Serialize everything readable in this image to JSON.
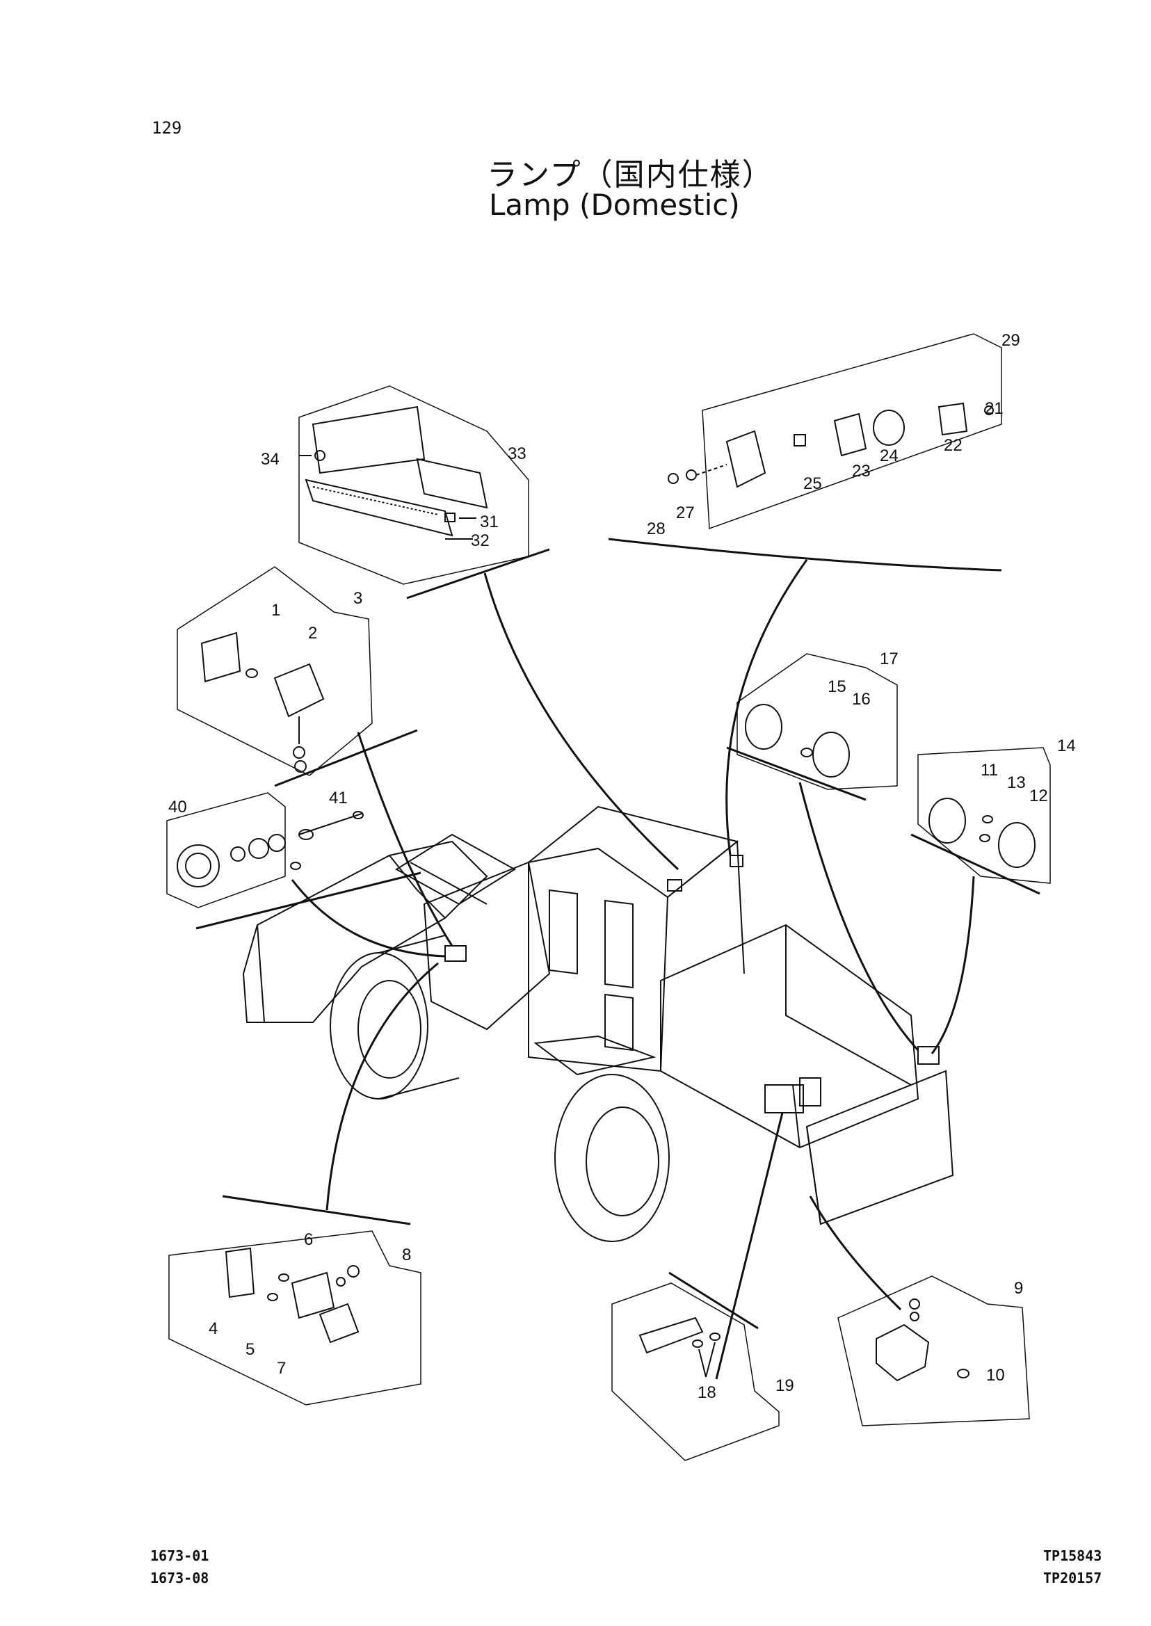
{
  "page_number": "129",
  "title_jp": "ランプ（国内仕様）",
  "title_en": "Lamp (Domestic)",
  "footer_left": [
    "1673-01",
    "1673-08"
  ],
  "footer_right": [
    "TP15843",
    "TP20157"
  ],
  "callouts": {
    "c1": "1",
    "c2": "2",
    "c3": "3",
    "c4": "4",
    "c5": "5",
    "c6": "6",
    "c7": "7",
    "c8": "8",
    "c9": "9",
    "c10": "10",
    "c11": "11",
    "c12": "12",
    "c13": "13",
    "c14": "14",
    "c15": "15",
    "c16": "16",
    "c17": "17",
    "c18": "18",
    "c19": "19",
    "c21": "21",
    "c22": "22",
    "c23": "23",
    "c24": "24",
    "c25": "25",
    "c27": "27",
    "c28": "28",
    "c29": "29",
    "c31": "31",
    "c32": "32",
    "c33": "33",
    "c34": "34",
    "c40": "40",
    "c41": "41"
  }
}
